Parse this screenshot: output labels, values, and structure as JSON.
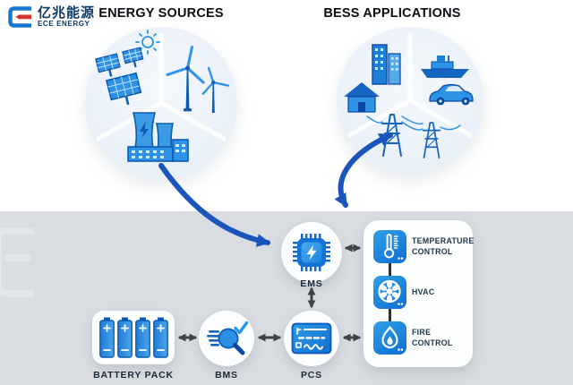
{
  "logo": {
    "name_cn": "亿兆能源",
    "name_en": "ECE ENERGY"
  },
  "titles": {
    "energy_sources": "ENERGY SOURCES",
    "bess_applications": "BESS APPLICATIONS"
  },
  "energy_sources": {
    "icons": [
      "solar-panels-icon",
      "sun-icon",
      "wind-turbines-icon",
      "power-plant-icon"
    ]
  },
  "bess_applications": {
    "icons": [
      "buildings-icon",
      "house-icon",
      "ship-icon",
      "car-icon",
      "transmission-towers-icon"
    ]
  },
  "system": {
    "ems_label": "EMS",
    "battery_label": "BATTERY PACK",
    "bms_label": "BMS",
    "pcs_label": "PCS",
    "controls": [
      {
        "label": "TEMPERATURE CONTROL",
        "icon": "thermometer-icon"
      },
      {
        "label": "HVAC",
        "icon": "fan-icon"
      },
      {
        "label": "FIRE CONTROL",
        "icon": "flame-icon"
      }
    ]
  },
  "colors": {
    "brand_blue": "#1778d2",
    "accent_red": "#d6332c",
    "icon_blue_dark": "#0d5cb4",
    "icon_blue": "#2e93e6",
    "arrow_blue": "#1b55bb",
    "arrow_dark": "#3d4248",
    "section_gray": "#d9dde2",
    "text_navy": "#1a2e40"
  }
}
